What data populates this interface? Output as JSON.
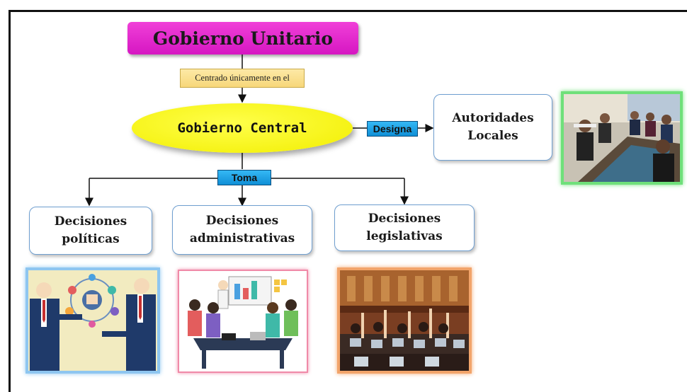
{
  "diagram": {
    "title": "Gobierno Unitario",
    "centrado_label": "Centrado únicamente  en el",
    "central": "Gobierno Central",
    "designa_label": "Designa",
    "toma_label": "Toma",
    "autoridades": {
      "line1": "Autoridades",
      "line2": "Locales"
    },
    "decisions": [
      {
        "line1": "Decisiones",
        "line2": "políticas"
      },
      {
        "line1": "Decisiones",
        "line2": "administrativas"
      },
      {
        "line1": "Decisiones",
        "line2": "legislativas"
      }
    ]
  },
  "colors": {
    "title_bg": "#e62ad1",
    "centrado_bg": "#fbe394",
    "central_bg": "#ffff00",
    "tag_bg": "#1ea5e9",
    "node_border": "#6f9fd0",
    "photo_glow_green": "#6fe07a",
    "photo_glow_blue": "#8ec6f0",
    "photo_glow_pink": "#f08aa8",
    "photo_glow_orange": "#f2a46a"
  }
}
